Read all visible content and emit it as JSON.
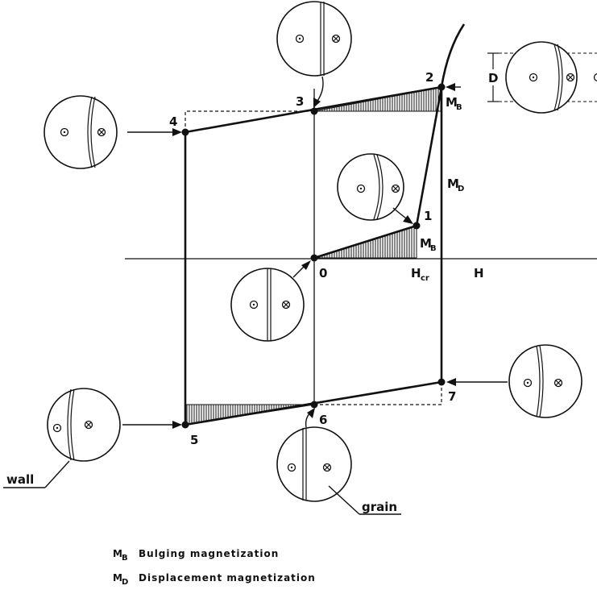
{
  "points": {
    "p0": "0",
    "p1": "1",
    "p2": "2",
    "p3": "3",
    "p4": "4",
    "p5": "5",
    "p6": "6",
    "p7": "7"
  },
  "axis": {
    "h_label": "H",
    "h_cr_main": "H",
    "h_cr_sub": "cr"
  },
  "labels": {
    "mb_sym": "M",
    "mb_sub": "B",
    "md_sym": "M",
    "md_sub": "D",
    "d_label": "D",
    "wall": "wall",
    "grain": "grain"
  },
  "legend": [
    {
      "sym": "M",
      "sub": "B",
      "text": "Bulging  magnetization"
    },
    {
      "sym": "M",
      "sub": "D",
      "text": "Displacement  magnetization"
    }
  ]
}
